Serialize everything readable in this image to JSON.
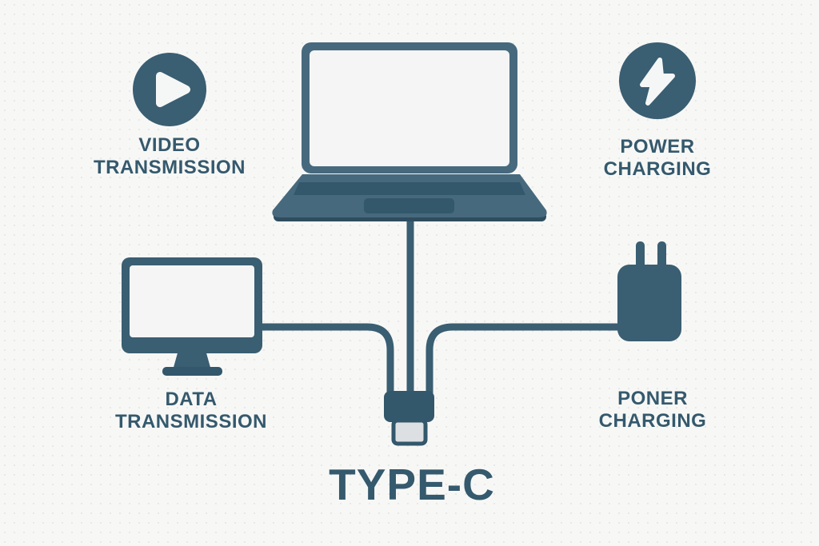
{
  "title": "TYPE-C",
  "colors": {
    "bg": "#f7f8f6",
    "slate": "#3a5e72",
    "slate-mid": "#47697d",
    "slate-dark": "#33576b",
    "slate-deep": "#2e4d5f",
    "screen": "#f4f5f4",
    "tip": "#dce0e2",
    "glyph": "#f5f7f7",
    "text": "#35596d"
  },
  "labels": {
    "video": {
      "line1": "VIDEO",
      "line2": "TRANSMISSION"
    },
    "power_top": {
      "line1": "POWER",
      "line2": "CHARGING"
    },
    "data": {
      "line1": "DATA",
      "line2": "TRANSMISSION"
    },
    "power_bottom": {
      "line1": "PONER",
      "line2": "CHARGING"
    }
  },
  "icons": [
    {
      "name": "play-icon"
    },
    {
      "name": "lightning-bolt-icon"
    }
  ],
  "devices": [
    {
      "name": "laptop"
    },
    {
      "name": "monitor"
    },
    {
      "name": "power-adapter"
    },
    {
      "name": "type-c-connector"
    }
  ]
}
